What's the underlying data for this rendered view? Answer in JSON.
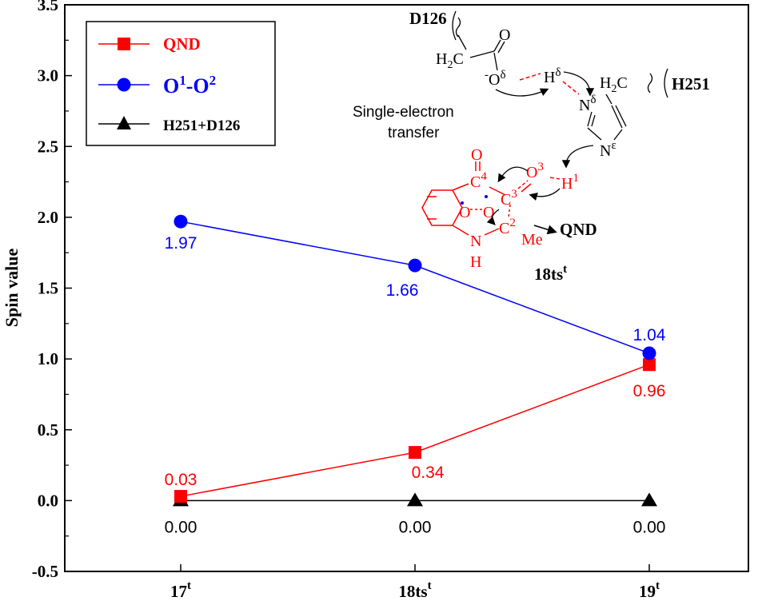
{
  "chart_data": {
    "type": "line",
    "categories": [
      "17t",
      "18tst",
      "19t"
    ],
    "category_labels": [
      {
        "main": "17",
        "sup": "t"
      },
      {
        "main": "18ts",
        "sup": "t"
      },
      {
        "main": "19",
        "sup": "t"
      }
    ],
    "ylabel": "Spin value",
    "xlabel": "",
    "ylim": [
      -0.5,
      3.5
    ],
    "yticks": [
      "-0.5",
      "0.0",
      "0.5",
      "1.0",
      "1.5",
      "2.0",
      "2.5",
      "3.0",
      "3.5"
    ],
    "series": [
      {
        "name": "QND",
        "legend_main": "QND",
        "color": "#ff0000",
        "marker": "square",
        "values": [
          0.03,
          0.34,
          0.96
        ],
        "labels": [
          "0.03",
          "0.34",
          "0.96"
        ]
      },
      {
        "name": "O1-O2",
        "legend_main": "O",
        "legend_sup1": "1",
        "legend_mid": "-O",
        "legend_sup2": "2",
        "color": "#0000ff",
        "marker": "circle",
        "values": [
          1.97,
          1.66,
          1.04
        ],
        "labels": [
          "1.97",
          "1.66",
          "1.04"
        ]
      },
      {
        "name": "H251+D126",
        "legend_main": "H251+D126",
        "color": "#000000",
        "marker": "triangle",
        "values": [
          0.0,
          0.0,
          0.0
        ],
        "labels": [
          "0.00",
          "0.00",
          "0.00"
        ]
      }
    ],
    "grid": false,
    "legend_position": "top-left"
  },
  "scheme": {
    "d126": "D126",
    "h251": "H251",
    "qnd": "QND",
    "ts_main": "18ts",
    "ts_sup": "t",
    "set_line1": "Single-electron",
    "set_line2": "transfer",
    "h2c_left": "H",
    "h2c_left_sub": "2",
    "h2c_left_c": "C",
    "h2c_right": "H",
    "h2c_right_sub": "2",
    "h2c_right_c": "C",
    "o_minus": "-",
    "o_delta": "O",
    "delta": "δ",
    "h_delta": "H",
    "n_delta": "N",
    "n_eps": "N",
    "eps": "ε",
    "o_top": "O",
    "o_left": "O",
    "c4": "C",
    "c4_num": "4",
    "c3": "C",
    "c3_num": "3",
    "c2": "C",
    "c2_num": "2",
    "o3": "O",
    "o3_num": "3",
    "h1": "H",
    "h1_num": "1",
    "o_a": "O",
    "o_b": "O",
    "nh_n": "N",
    "nh_h": "H",
    "me": "Me"
  },
  "colors": {
    "red": "#ff0000",
    "blue": "#0000ff",
    "black": "#000000"
  }
}
